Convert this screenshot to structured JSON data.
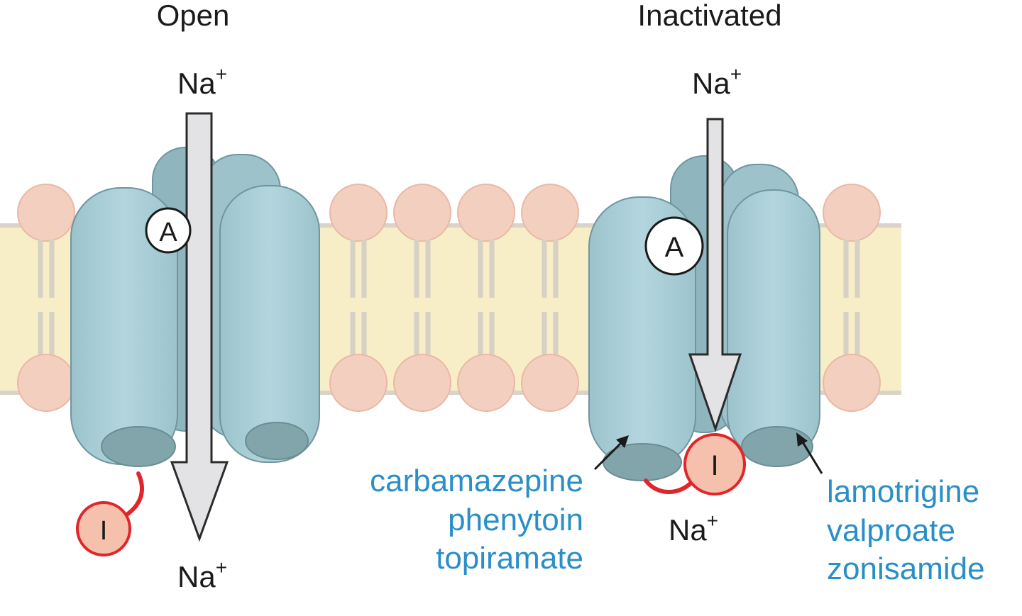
{
  "states": {
    "open": {
      "title": "Open",
      "ion_top": "Na",
      "ion_bottom": "Na",
      "ion_charge": "+",
      "activation_gate": "A",
      "inactivation_gate": "I"
    },
    "inactivated": {
      "title": "Inactivated",
      "ion_top": "Na",
      "ion_bottom": "Na",
      "ion_charge": "+",
      "activation_gate": "A",
      "inactivation_gate": "I"
    }
  },
  "drug_groups": {
    "left": [
      "carbamazepine",
      "phenytoin",
      "topiramate"
    ],
    "right": [
      "lamotrigine",
      "valproate",
      "zonisamide"
    ]
  },
  "colors": {
    "membrane": "#f7eec7",
    "lipid_head": "#f3cfbf",
    "lipid_tail": "#d8d3c8",
    "channel": "#a9cfd8",
    "channel_dark": "#86aab3",
    "channel_base": "#7fa2a9",
    "arrow_fill": "#e2e2e4",
    "gate_I_fill": "#f5c1ad",
    "gate_I_stroke": "#e0262b",
    "drug_text": "#2a8fc8"
  }
}
